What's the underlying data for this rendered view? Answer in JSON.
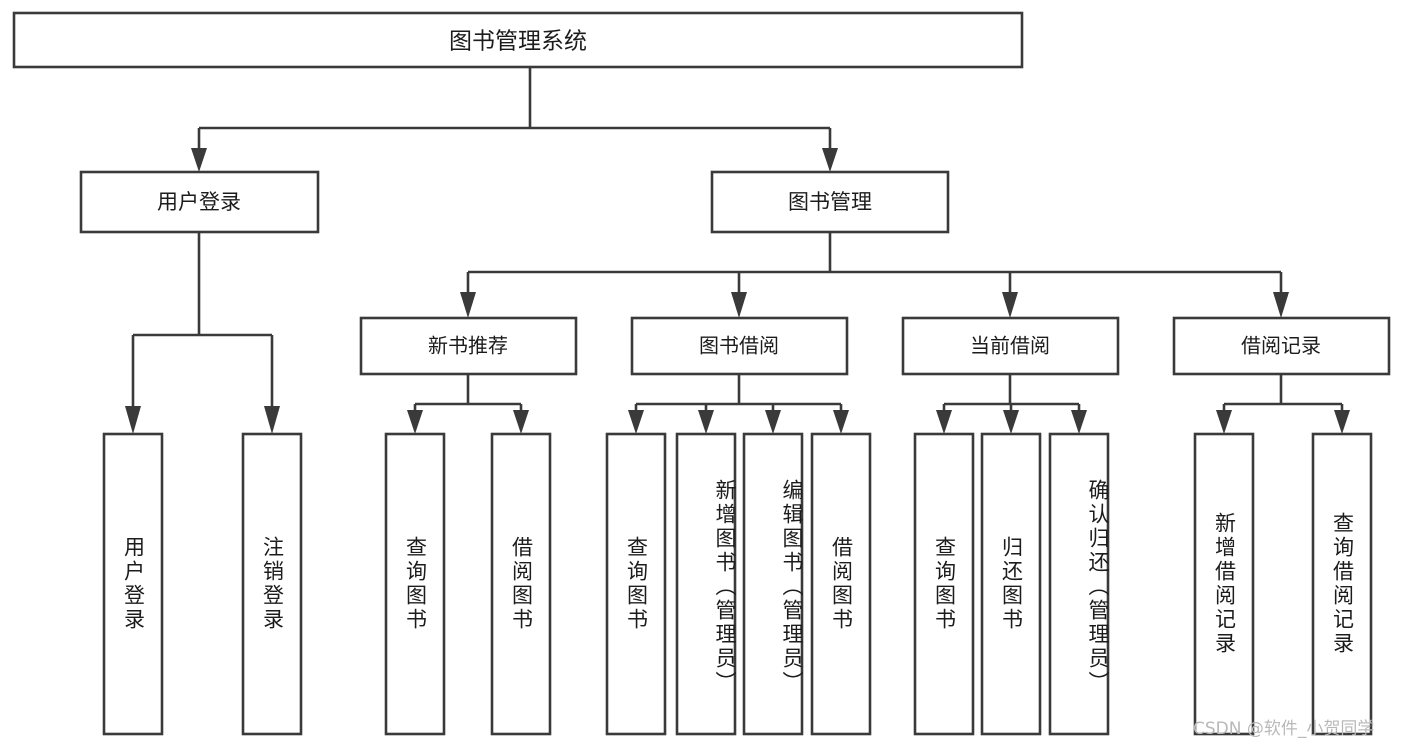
{
  "diagram": {
    "title": "图书管理系统",
    "type": "tree",
    "orientation": "top-down",
    "colors": {
      "box_stroke": "#3a3a3a",
      "box_fill": "#ffffff",
      "connector": "#3a3a3a",
      "text": "#1c1c1c",
      "background": "#ffffff",
      "watermark": "#b9b9b9"
    },
    "root": {
      "label": "图书管理系统"
    },
    "level1": [
      {
        "label": "用户登录"
      },
      {
        "label": "图书管理"
      }
    ],
    "level2": [
      {
        "label": "新书推荐"
      },
      {
        "label": "图书借阅"
      },
      {
        "label": "当前借阅"
      },
      {
        "label": "借阅记录"
      }
    ],
    "leaves": {
      "user_login": [
        {
          "label": "用户登录"
        },
        {
          "label": "注销登录"
        }
      ],
      "new_book_recommend": [
        {
          "label": "查询图书"
        },
        {
          "label": "借阅图书"
        }
      ],
      "book_borrow": [
        {
          "label": "查询图书"
        },
        {
          "label": "新增图书（管理员）"
        },
        {
          "label": "编辑图书（管理员）"
        },
        {
          "label": "借阅图书"
        }
      ],
      "current_borrow": [
        {
          "label": "查询图书"
        },
        {
          "label": "归还图书"
        },
        {
          "label": "确认归还（管理员）"
        }
      ],
      "borrow_record": [
        {
          "label": "新增借阅记录"
        },
        {
          "label": "查询借阅记录"
        }
      ]
    },
    "watermark": "CSDN @软件_小贺同学"
  }
}
